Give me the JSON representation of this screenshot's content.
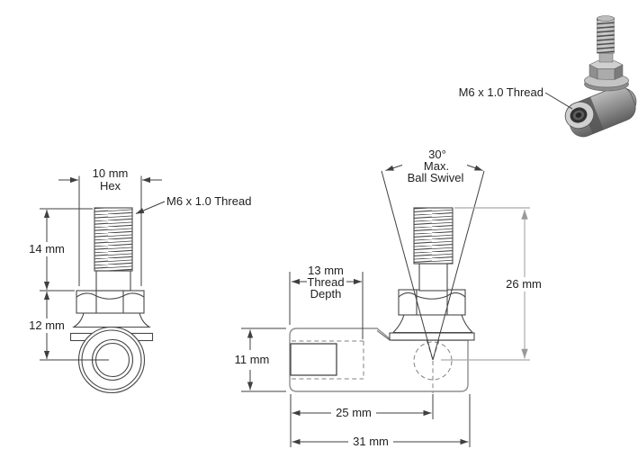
{
  "front": {
    "hex1": "10 mm",
    "hex2": "Hex",
    "thread_callout": "M6 x 1.0 Thread",
    "stud_len": "14 mm",
    "housing_len": "12 mm"
  },
  "side": {
    "sw1": "30°",
    "sw2": "Max.",
    "sw3": "Ball Swivel",
    "height": "26 mm",
    "td1": "13 mm",
    "td2": "Thread",
    "td3": "Depth",
    "body_h": "11 mm",
    "center_len": "25 mm",
    "overall_len": "31 mm"
  },
  "iso": {
    "thread_callout": "M6 x 1.0 Thread"
  },
  "colors": {
    "background": "#ffffff",
    "part_line": "#474747",
    "body_outline": "#8f8f8f",
    "hidden_line": "#808080",
    "dimension_line": "#3f3f3f",
    "dimension_line_light": "#ababab",
    "text": "#1f1f1f"
  }
}
